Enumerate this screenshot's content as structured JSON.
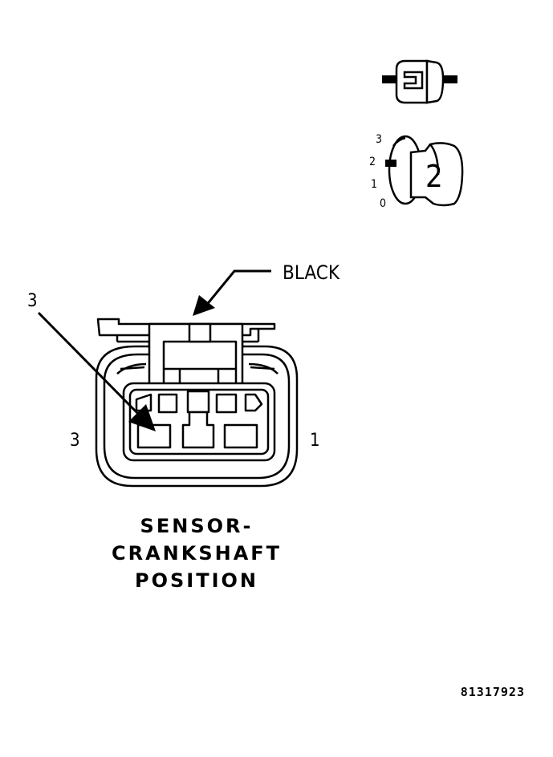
{
  "wire_color_label": "BLACK",
  "callout_label": "3",
  "pin_left_label": "3",
  "pin_right_label": "1",
  "title_lines": [
    "SENSOR-",
    "CRANKSHAFT",
    "POSITION"
  ],
  "reference_number": "81317923",
  "key_icon": {
    "scale_labels": [
      "3",
      "2",
      "1",
      "0"
    ],
    "key_number": "2"
  },
  "colors": {
    "line": "#000000",
    "fill": "#ffffff"
  }
}
